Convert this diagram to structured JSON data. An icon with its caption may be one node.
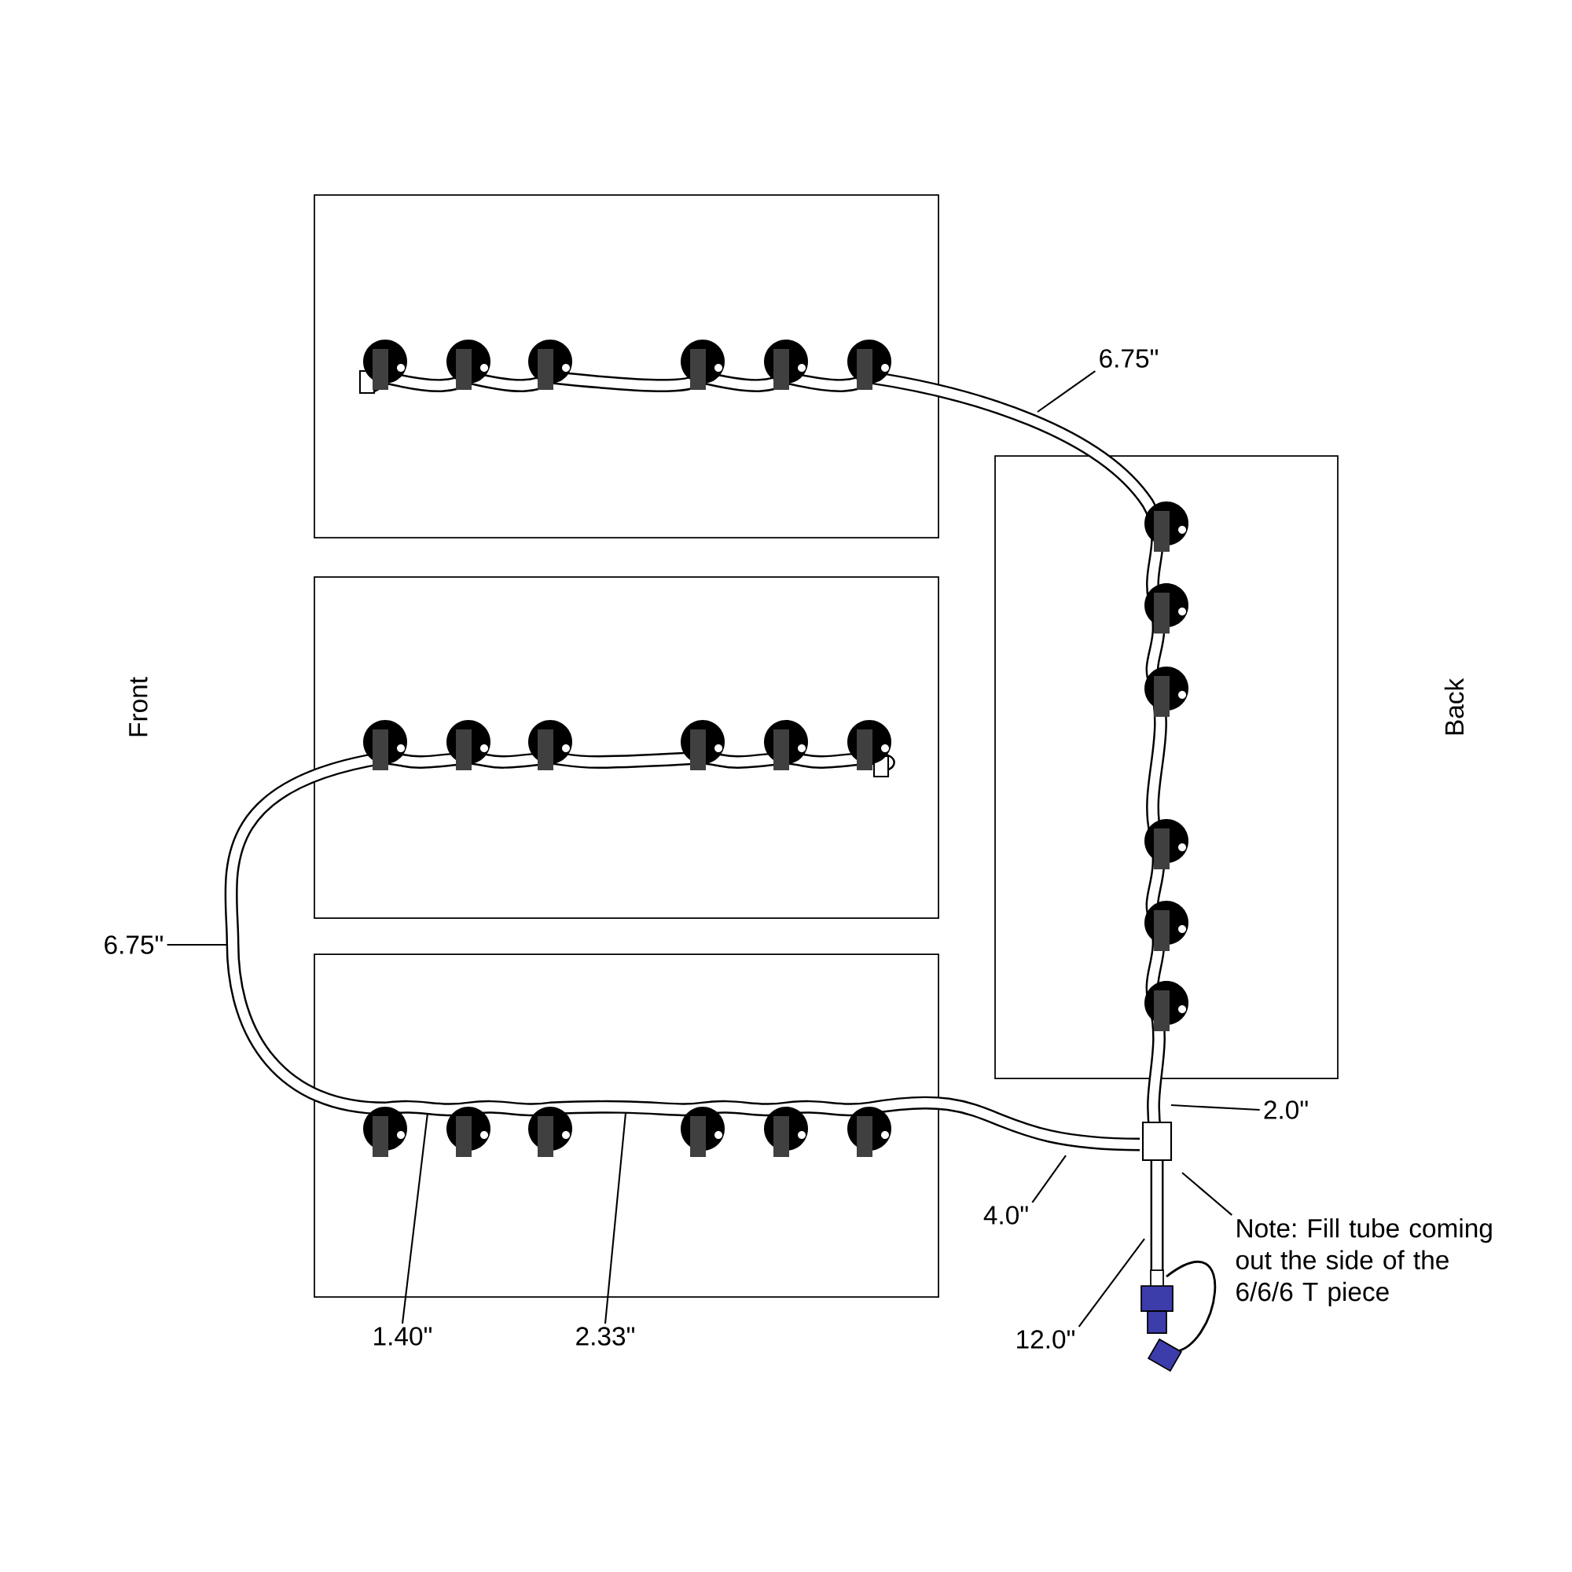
{
  "diagram": {
    "nodes": [
      {
        "text": [
          "6.75\""
        ]
      },
      {
        "text": [
          "6.75\""
        ]
      },
      {
        "text": [
          "2.0\""
        ]
      },
      {
        "text": [
          "4.0\""
        ]
      },
      {
        "text": [
          "12.0\""
        ]
      },
      {
        "text": [
          "1.40\""
        ]
      },
      {
        "text": [
          "2.33\""
        ]
      },
      {
        "text": [
          "Note: Fill tube coming out the side of the 6/6/6 T piece"
        ]
      }
    ],
    "edges": [
      {
        "from": 0,
        "to": null,
        "arrow": "none"
      },
      {
        "from": 1,
        "to": null,
        "arrow": "none"
      },
      {
        "from": 2,
        "to": null,
        "arrow": "none"
      },
      {
        "from": 3,
        "to": null,
        "arrow": "none"
      },
      {
        "from": 4,
        "to": null,
        "arrow": "none"
      },
      {
        "from": 5,
        "to": null,
        "arrow": "none"
      },
      {
        "from": 6,
        "to": null,
        "arrow": "none"
      },
      {
        "from": 7,
        "to": null,
        "arrow": "none"
      }
    ],
    "labels": [
      "Front",
      "Back"
    ]
  }
}
